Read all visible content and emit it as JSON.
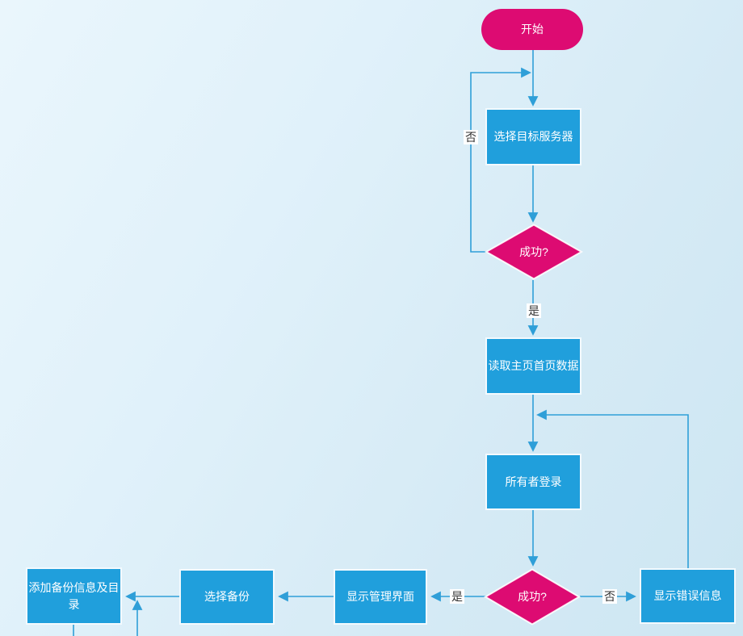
{
  "diagram": {
    "nodes": {
      "start": {
        "label": "开始",
        "type": "terminator"
      },
      "select_server": {
        "label": "选择目标服务器",
        "type": "process"
      },
      "success_check_1": {
        "label": "成功?",
        "type": "decision"
      },
      "read_home_data": {
        "label": "读取主页首页数据",
        "type": "process"
      },
      "owner_login": {
        "label": "所有者登录",
        "type": "process"
      },
      "success_check_2": {
        "label": "成功?",
        "type": "decision"
      },
      "show_admin_ui": {
        "label": "显示管理界面",
        "type": "process"
      },
      "select_backup": {
        "label": "选择备份",
        "type": "process"
      },
      "add_backup_info": {
        "label": "添加备份信息及目录",
        "type": "process"
      },
      "show_error": {
        "label": "显示错误信息",
        "type": "process"
      }
    },
    "edge_labels": {
      "retry_no": "否",
      "success_yes": "是",
      "login_yes": "是",
      "login_no": "否"
    },
    "edges": [
      {
        "from": "start",
        "to": "select_server",
        "label": ""
      },
      {
        "from": "success_check_1",
        "to": "select_server",
        "label": "否"
      },
      {
        "from": "select_server",
        "to": "success_check_1",
        "label": ""
      },
      {
        "from": "success_check_1",
        "to": "read_home_data",
        "label": "是"
      },
      {
        "from": "read_home_data",
        "to": "owner_login",
        "label": ""
      },
      {
        "from": "show_error",
        "to": "owner_login",
        "label": ""
      },
      {
        "from": "owner_login",
        "to": "success_check_2",
        "label": ""
      },
      {
        "from": "success_check_2",
        "to": "show_admin_ui",
        "label": "是"
      },
      {
        "from": "success_check_2",
        "to": "show_error",
        "label": "否"
      },
      {
        "from": "show_admin_ui",
        "to": "select_backup",
        "label": ""
      },
      {
        "from": "select_backup",
        "to": "add_backup_info",
        "label": ""
      },
      {
        "from": "offscreen_bottom",
        "to": "add_backup_info",
        "label": ""
      },
      {
        "from": "add_backup_info",
        "to": "offscreen_bottom",
        "label": ""
      }
    ],
    "colors": {
      "process_fill": "#209fdc",
      "decision_fill": "#dd0b72",
      "terminator_fill": "#dd0b72",
      "connector": "#2f9fd8",
      "node_text": "#ffffff",
      "edge_label_text": "#333333",
      "edge_label_bg": "#ffffff",
      "canvas_bg_light": "#eaf6fc",
      "canvas_bg_dark": "#cde6f2"
    }
  }
}
